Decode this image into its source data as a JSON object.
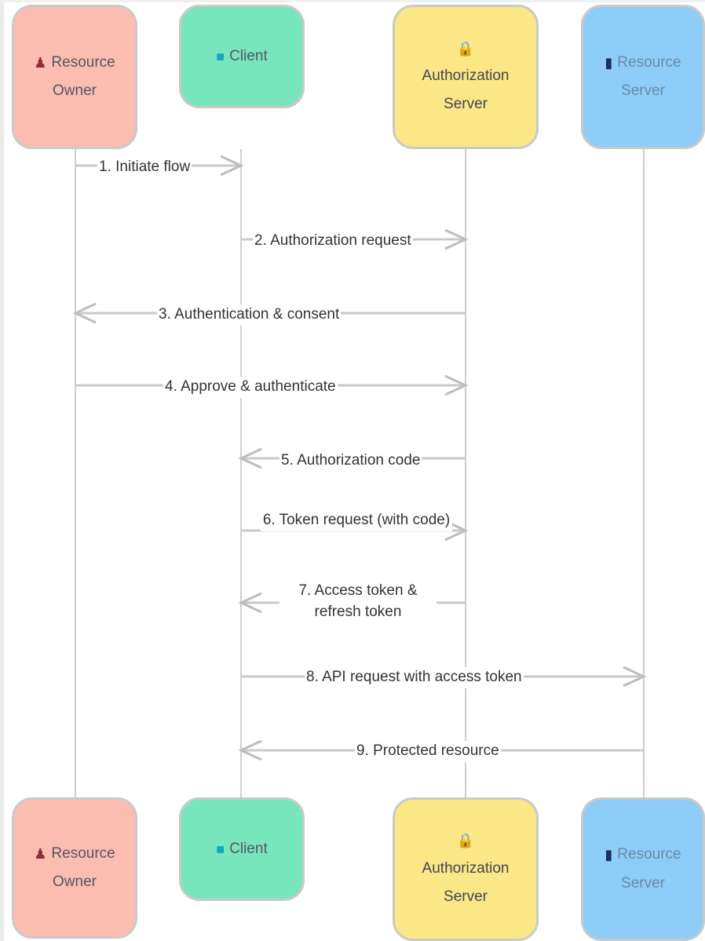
{
  "actors": [
    {
      "label": "Resource Owner",
      "icon": "person-icon"
    },
    {
      "label": "Client",
      "icon": "square-icon"
    },
    {
      "label": "Authorization Server",
      "icon": "lock-icon"
    },
    {
      "label": "Resource Server",
      "icon": "server-icon"
    }
  ],
  "messages": [
    {
      "label": "1. Initiate flow",
      "from": "Resource Owner",
      "to": "Client"
    },
    {
      "label": "2. Authorization request",
      "from": "Client",
      "to": "Authorization Server"
    },
    {
      "label": "3. Authentication & consent",
      "from": "Authorization Server",
      "to": "Resource Owner"
    },
    {
      "label": "4. Approve & authenticate",
      "from": "Resource Owner",
      "to": "Authorization Server"
    },
    {
      "label": "5. Authorization code",
      "from": "Authorization Server",
      "to": "Client"
    },
    {
      "label": "6. Token request (with code)",
      "from": "Client",
      "to": "Authorization Server"
    },
    {
      "label": "7. Access token & refresh token",
      "from": "Authorization Server",
      "to": "Client"
    },
    {
      "label": "8. API request with access token",
      "from": "Client",
      "to": "Resource Server"
    },
    {
      "label": "9. Protected resource",
      "from": "Resource Server",
      "to": "Client"
    }
  ]
}
